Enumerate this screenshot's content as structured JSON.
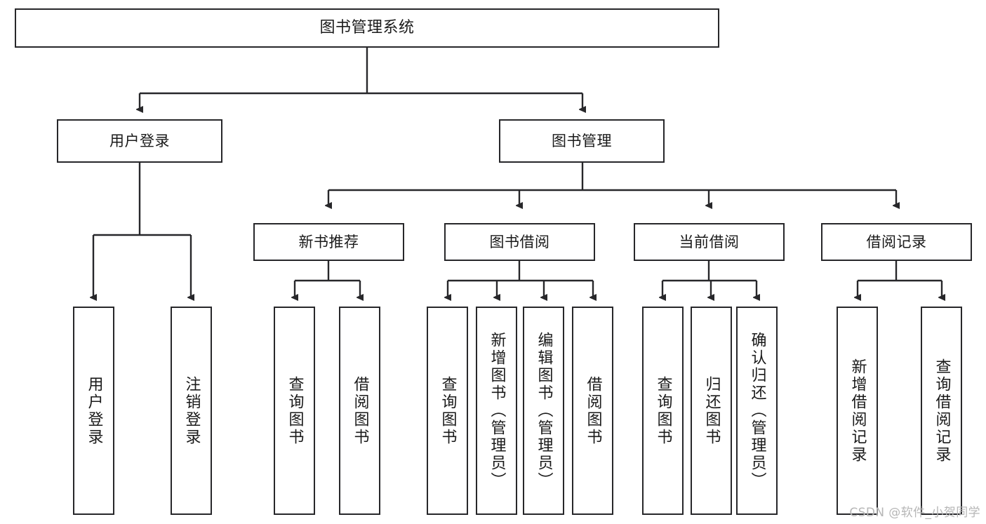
{
  "diagram": {
    "title": "图书管理系统",
    "type": "hierarchy-tree",
    "orientation": "top-down",
    "style": {
      "box_border_color": "#27272a",
      "box_fill_color": "#ffffff",
      "connector_color": "#27272a",
      "text_color": "#1a1a1a",
      "background": "#ffffff"
    }
  },
  "root": {
    "label": "图书管理系统"
  },
  "level2": [
    {
      "label": "用户登录"
    },
    {
      "label": "图书管理"
    }
  ],
  "level3": [
    {
      "label": "新书推荐"
    },
    {
      "label": "图书借阅"
    },
    {
      "label": "当前借阅"
    },
    {
      "label": "借阅记录"
    }
  ],
  "leaves": {
    "user_login": [
      {
        "label": "用户登录"
      },
      {
        "label": "注销登录"
      }
    ],
    "new_book_recommend": [
      {
        "label": "查询图书"
      },
      {
        "label": "借阅图书"
      }
    ],
    "book_borrow": [
      {
        "label": "查询图书"
      },
      {
        "label": "新增图书（管理员）"
      },
      {
        "label": "编辑图书（管理员）"
      },
      {
        "label": "借阅图书"
      }
    ],
    "current_borrow": [
      {
        "label": "查询图书"
      },
      {
        "label": "归还图书"
      },
      {
        "label": "确认归还（管理员）"
      }
    ],
    "borrow_record": [
      {
        "label": "新增借阅记录"
      },
      {
        "label": "查询借阅记录"
      }
    ]
  },
  "watermark": {
    "text": "CSDN @软件_小贺同学"
  }
}
